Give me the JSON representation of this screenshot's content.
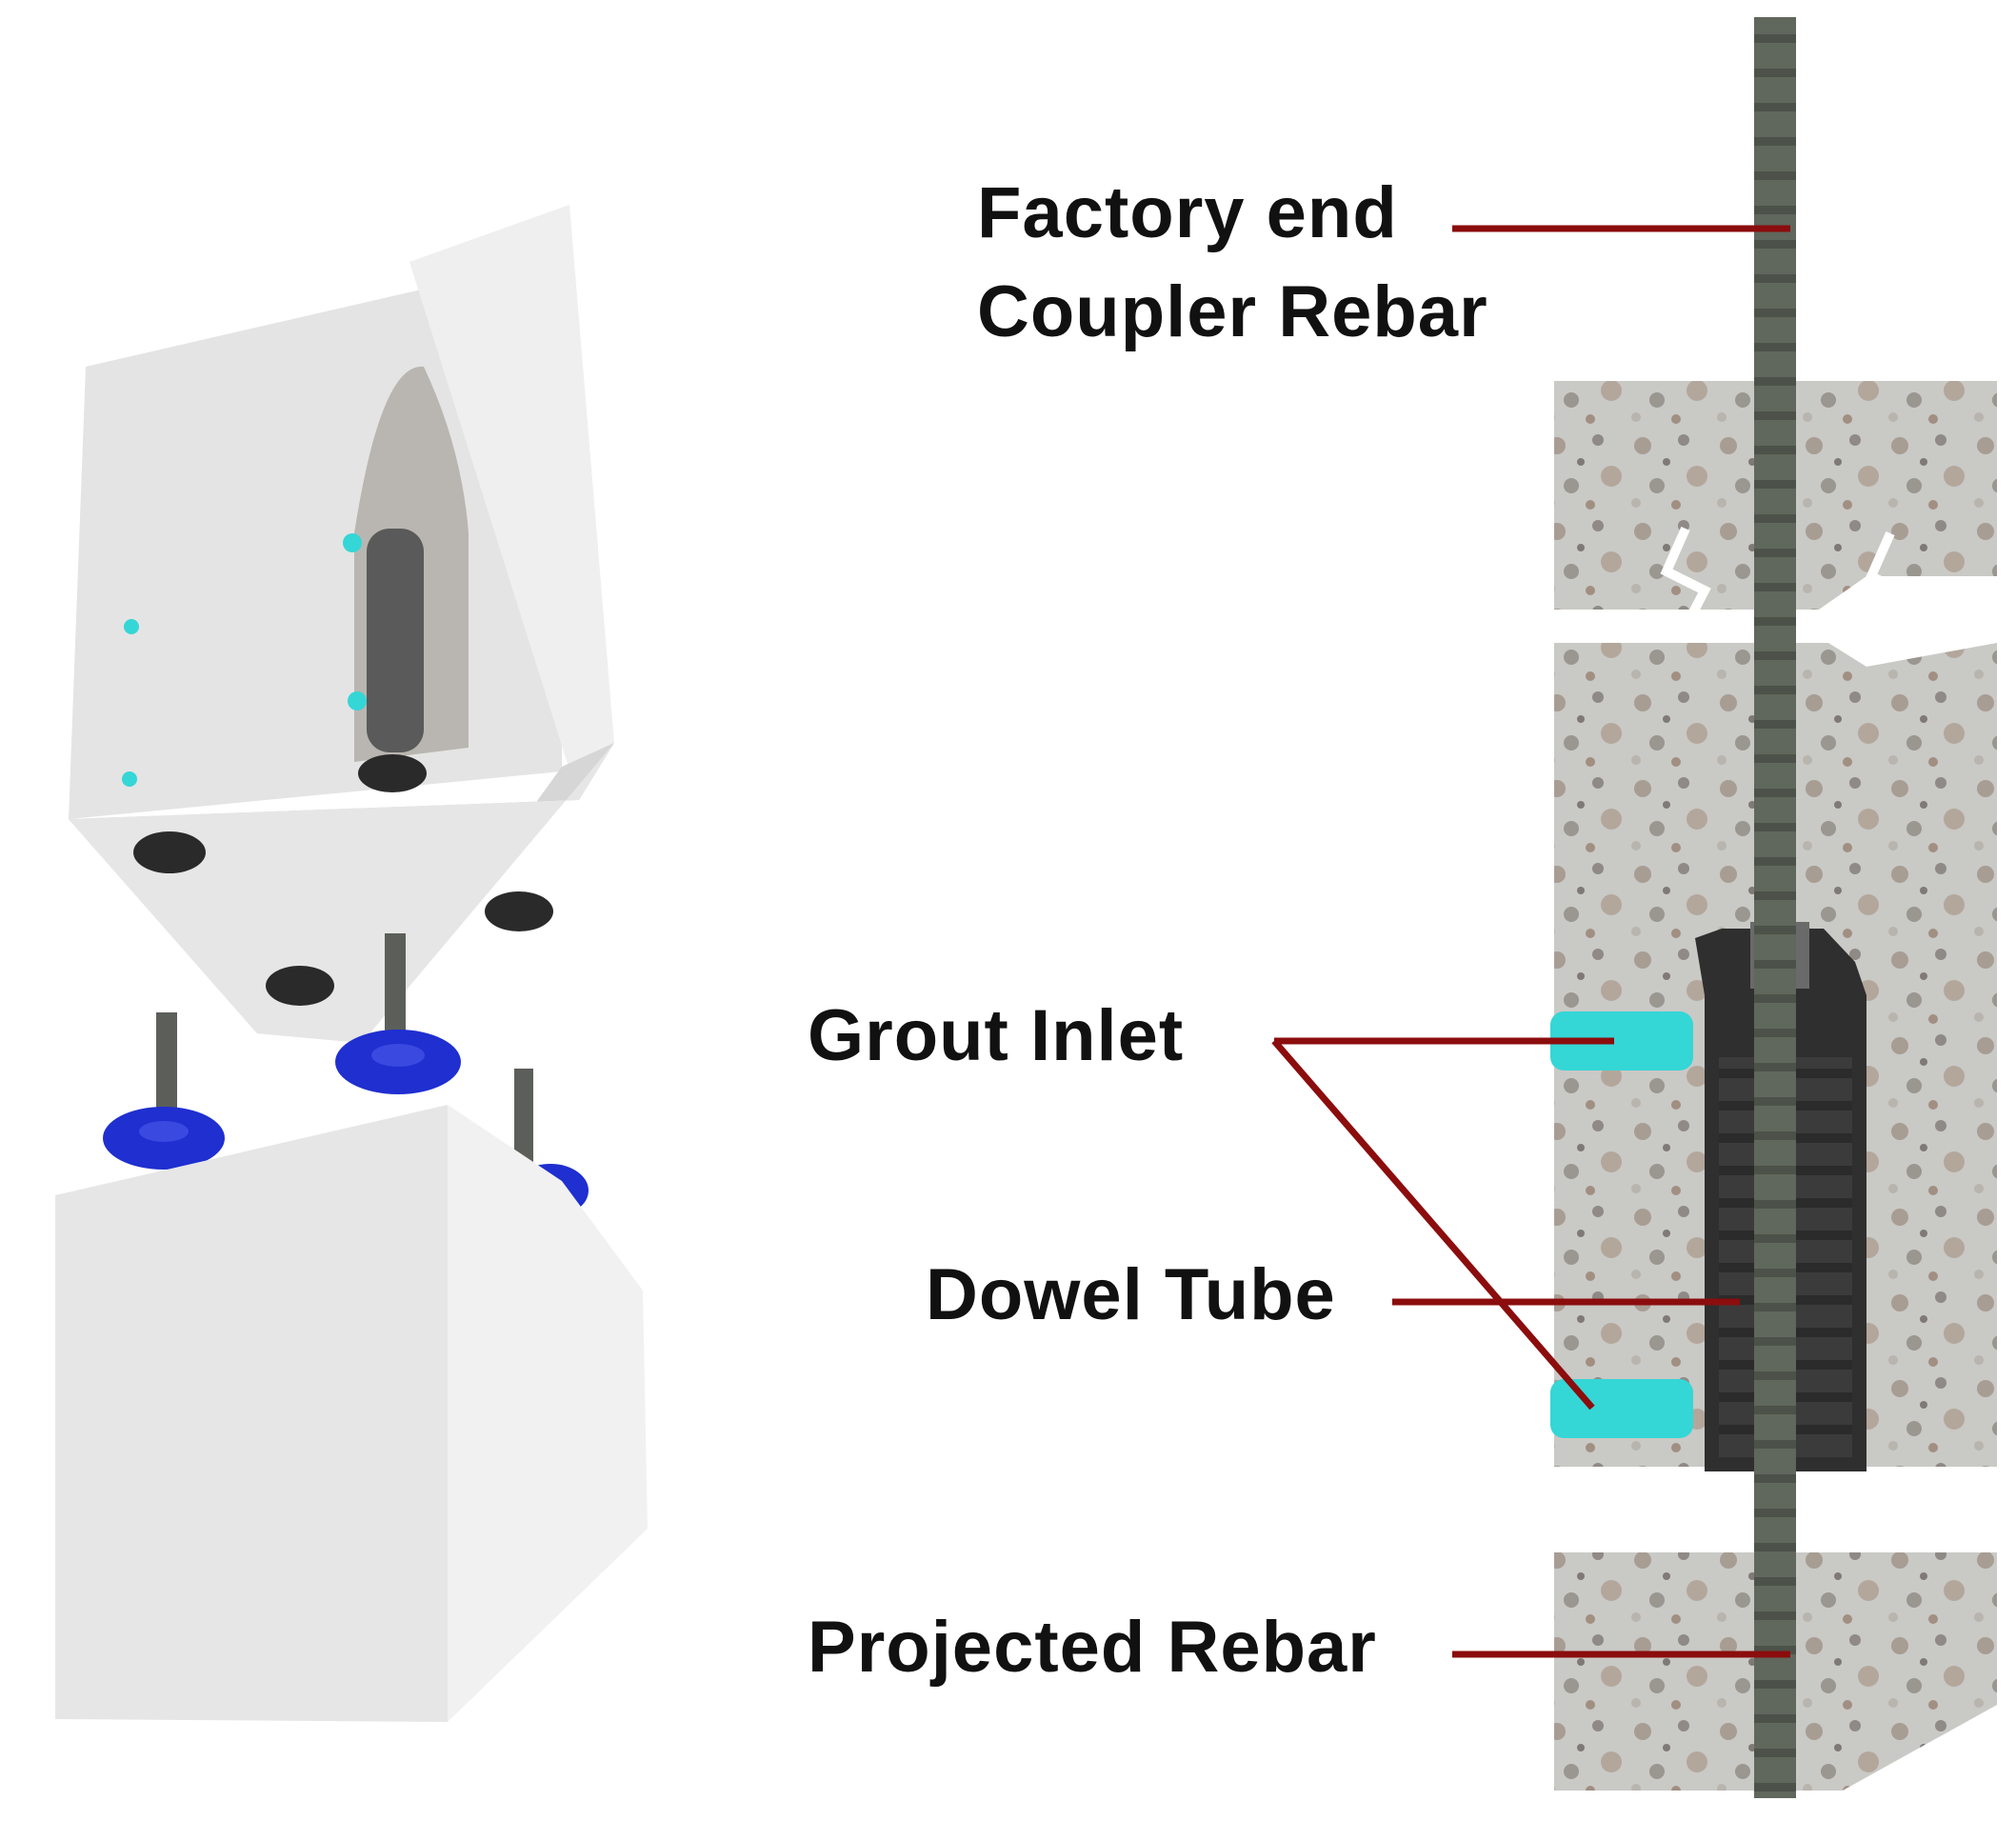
{
  "labels": {
    "factory_end_line1": "Factory end",
    "factory_end_line2": "Coupler Rebar",
    "grout_inlet": "Grout Inlet",
    "dowel_tube": "Dowel Tube",
    "projected_rebar": "Projected Rebar"
  },
  "colors": {
    "concrete": "#e8e8e8",
    "concrete_shade": "#d9d9d9",
    "rebar": "#5e6459",
    "coupler": "#3a3a3a",
    "grout_port": "#35d6d6",
    "gasket": "#1f2fd0",
    "leader_line": "#8b0d0d"
  }
}
